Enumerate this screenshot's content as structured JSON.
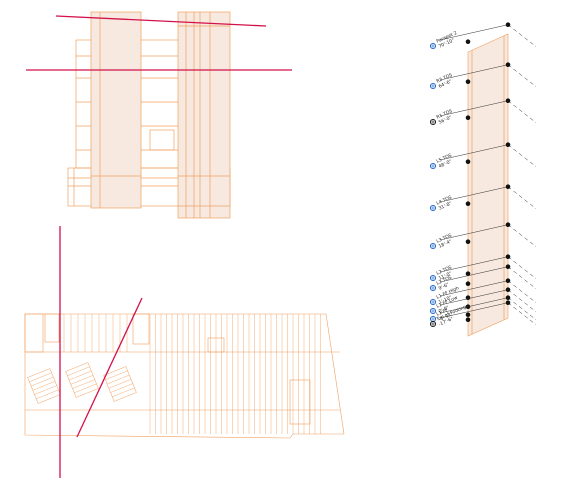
{
  "colors": {
    "linework": "#f0a060",
    "linework_fill": "#f7e9df",
    "section_line": "#d4104a",
    "level_line": "#303030",
    "level_marker_blue": "#1d63c9",
    "level_marker_black": "#111111",
    "background": "#ffffff"
  },
  "levels": [
    {
      "name": "Parapet 2",
      "elev": "70'-10\"",
      "marker": "blue"
    },
    {
      "name": "R2 TOS",
      "elev": "64'-6\"",
      "marker": "blue"
    },
    {
      "name": "R1 TOS",
      "elev": "56'-0\"",
      "marker": "black"
    },
    {
      "name": "L5 TOS",
      "elev": "48'-0\"",
      "marker": "blue"
    },
    {
      "name": "L4 TOS",
      "elev": "31'-8\"",
      "marker": "blue"
    },
    {
      "name": "L3 TOS",
      "elev": "18'-4\"",
      "marker": "blue"
    },
    {
      "name": "L2 TOS",
      "elev": "11'-0\"",
      "marker": "blue"
    },
    {
      "name": "L2 TOS",
      "elev": "9'-6\"",
      "marker": "blue"
    },
    {
      "name": "L1 FF High",
      "elev": "1'-10\"",
      "marker": "blue"
    },
    {
      "name": "L1 FF Low",
      "elev": "0'-0\"",
      "marker": "blue"
    },
    {
      "name": "L1 FF",
      "elev": "-1'-11\"",
      "marker": "blue"
    },
    {
      "name": "Top of Footing",
      "elev": "-17'-6\"",
      "marker": "black"
    }
  ]
}
